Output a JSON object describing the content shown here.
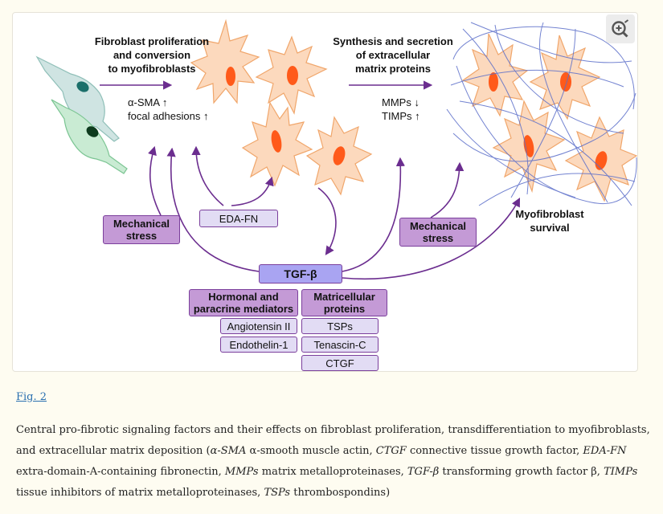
{
  "figure": {
    "labels": {
      "proliferation_line1": "Fibroblast proliferation",
      "proliferation_line2": "and conversion",
      "proliferation_line3": "to myofibroblasts",
      "asma": "α-SMA ↑",
      "focal": "focal adhesions ↑",
      "synthesis_line1": "Synthesis and secretion",
      "synthesis_line2": "of extracellular",
      "synthesis_line3": "matrix proteins",
      "mmps": "MMPs ↓",
      "timps": "TIMPs ↑",
      "survival_line1": "Myofibroblast",
      "survival_line2": "survival"
    },
    "boxes": {
      "mech_left": "Mechanical stress",
      "eda_fn": "EDA-FN",
      "mech_right": "Mechanical stress",
      "tgf_beta": "TGF-β",
      "hormonal_header": "Hormonal and paracrine mediators",
      "matricellular_header": "Matricellular proteins",
      "angiotensin": "Angiotensin II",
      "endothelin": "Endothelin-1",
      "tsps": "TSPs",
      "tenascin": "Tenascin-C",
      "ctgf": "CTGF"
    },
    "icons": {
      "zoom": "zoom-in-icon"
    },
    "colors": {
      "arrow": "#6b2d8f",
      "cell_fill": "#fcd9bd",
      "cell_stroke": "#f0a66b",
      "nucleus": "#ff5a1a",
      "matrix_line": "#5b6ec9",
      "fibroblast_teal": "#cfe4e2",
      "fibroblast_green": "#c9ebd3"
    }
  },
  "fig_link": "Fig. 2",
  "caption": {
    "intro": "Central pro-fibrotic signaling factors and their effects on fibroblast proliferation, transdifferentiation to myofibroblasts, and extracellular matrix deposition (",
    "asma_abbr": "α-SMA",
    "asma_def": " α-smooth muscle actin, ",
    "ctgf_abbr": "CTGF",
    "ctgf_def": " connective tissue growth factor, ",
    "edafn_abbr": "EDA-FN",
    "edafn_def": " extra-domain-A-containing fibronectin, ",
    "mmps_abbr": "MMPs",
    "mmps_def": " matrix metalloproteinases, ",
    "tgf_abbr": "TGF-β",
    "tgf_def": " transforming growth factor β, ",
    "timps_abbr": "TIMPs",
    "timps_def": " tissue inhibitors of matrix metalloproteinases, ",
    "tsps_abbr": "TSPs",
    "tsps_def": " thrombospondins)"
  }
}
